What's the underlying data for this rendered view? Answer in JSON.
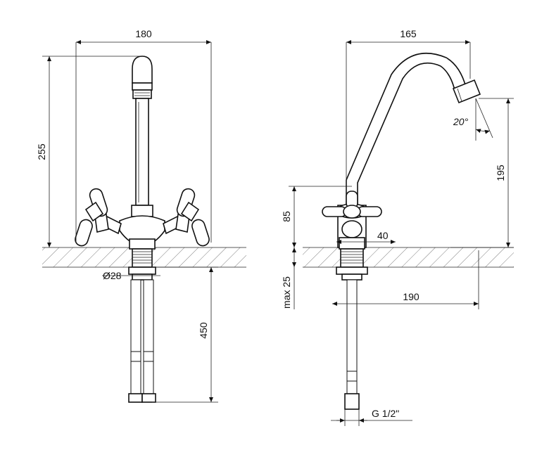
{
  "dimensions": {
    "front_width": "180",
    "front_height": "255",
    "hole_diameter": "Ø28",
    "hose_length": "450",
    "side_width": "165",
    "spout_angle": "20°",
    "spout_height": "195",
    "handle_height": "85",
    "base_width": "40",
    "max_thickness": "max 25",
    "reach": "190",
    "thread": "G 1/2\""
  }
}
